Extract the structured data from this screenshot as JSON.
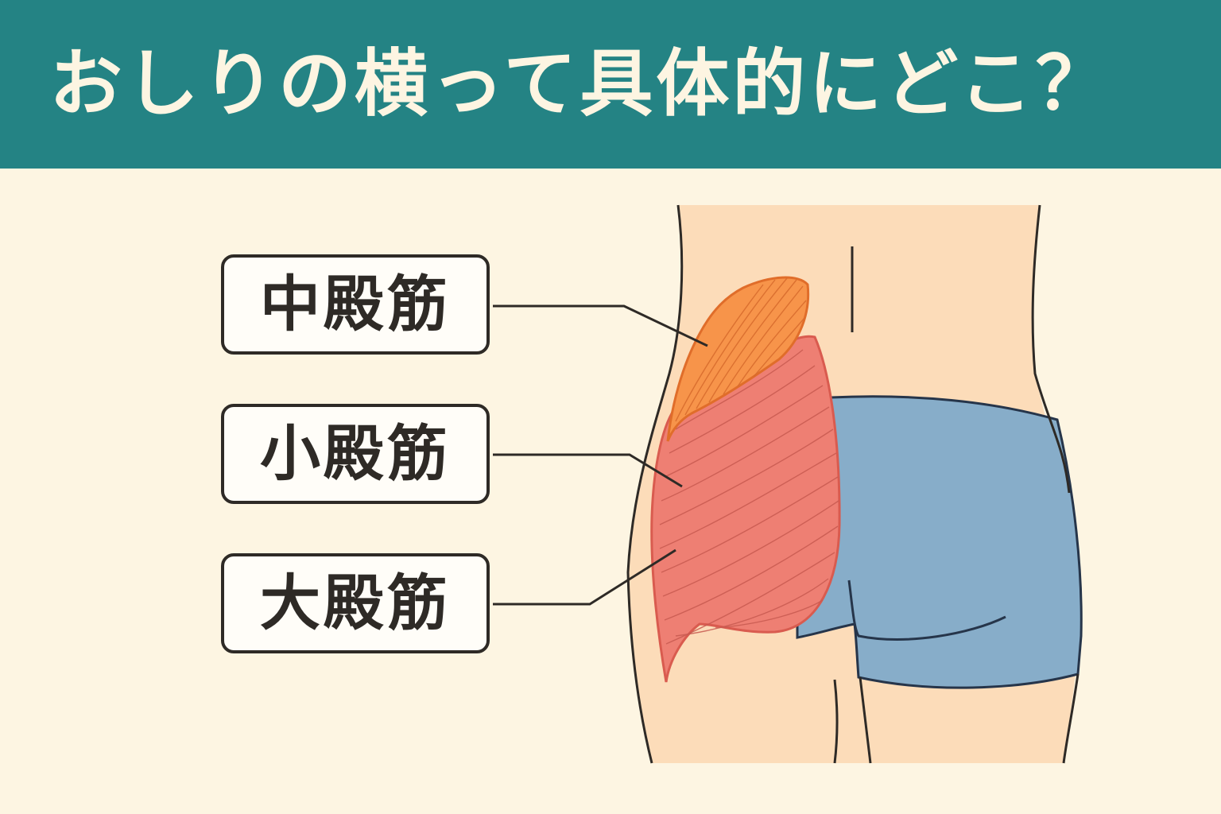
{
  "header": {
    "title": "おしりの横って具体的にどこ？"
  },
  "labels": [
    {
      "text": "中殿筋"
    },
    {
      "text": "小殿筋"
    },
    {
      "text": "大殿筋"
    }
  ],
  "colors": {
    "header_bg": "#248384",
    "background": "#fdf5e2",
    "skin": "#fcdcb9",
    "gluteus_medius": "#f7944a",
    "gluteus_maximus": "#ee7f73",
    "shorts": "#87adc9",
    "outline": "#2e2a26"
  }
}
